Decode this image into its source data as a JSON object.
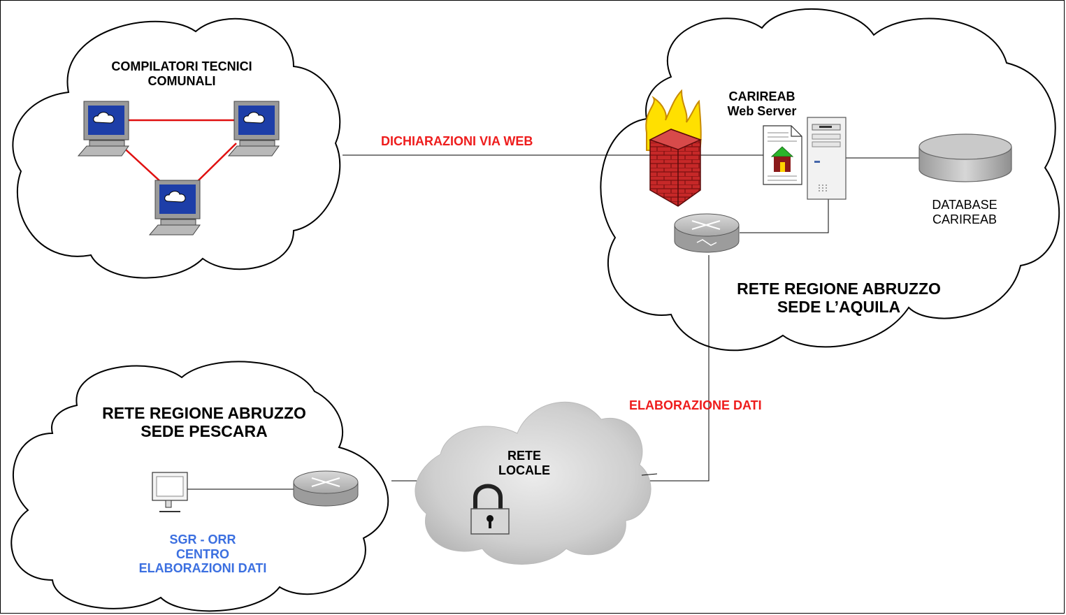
{
  "clouds": {
    "compilatori": {
      "title_line1": "COMPILATORI TECNICI",
      "title_line2": "COMUNALI"
    },
    "laquila": {
      "title_line1": "RETE REGIONE ABRUZZO",
      "title_line2": "SEDE L’AQUILA"
    },
    "pescara": {
      "title_line1": "RETE REGIONE ABRUZZO",
      "title_line2": "SEDE PESCARA"
    },
    "rete_locale": {
      "line1": "RETE",
      "line2": "LOCALE"
    }
  },
  "server": {
    "line1": "CARIREAB",
    "line2": "Web Server"
  },
  "database": {
    "line1": "DATABASE",
    "line2": "CARIREAB"
  },
  "links": {
    "web": "DICHIARAZIONI VIA WEB",
    "elaborazione": "ELABORAZIONE DATI"
  },
  "workstation": {
    "line1": "SGR - ORR",
    "line2": "CENTRO",
    "line3": "ELABORAZIONI DATI"
  },
  "colors": {
    "red_label": "#ee1c1c",
    "blue_label": "#3b6fe0",
    "firewall": "#c62828",
    "flame": "#ffe000",
    "screen": "#1d3ea8"
  }
}
